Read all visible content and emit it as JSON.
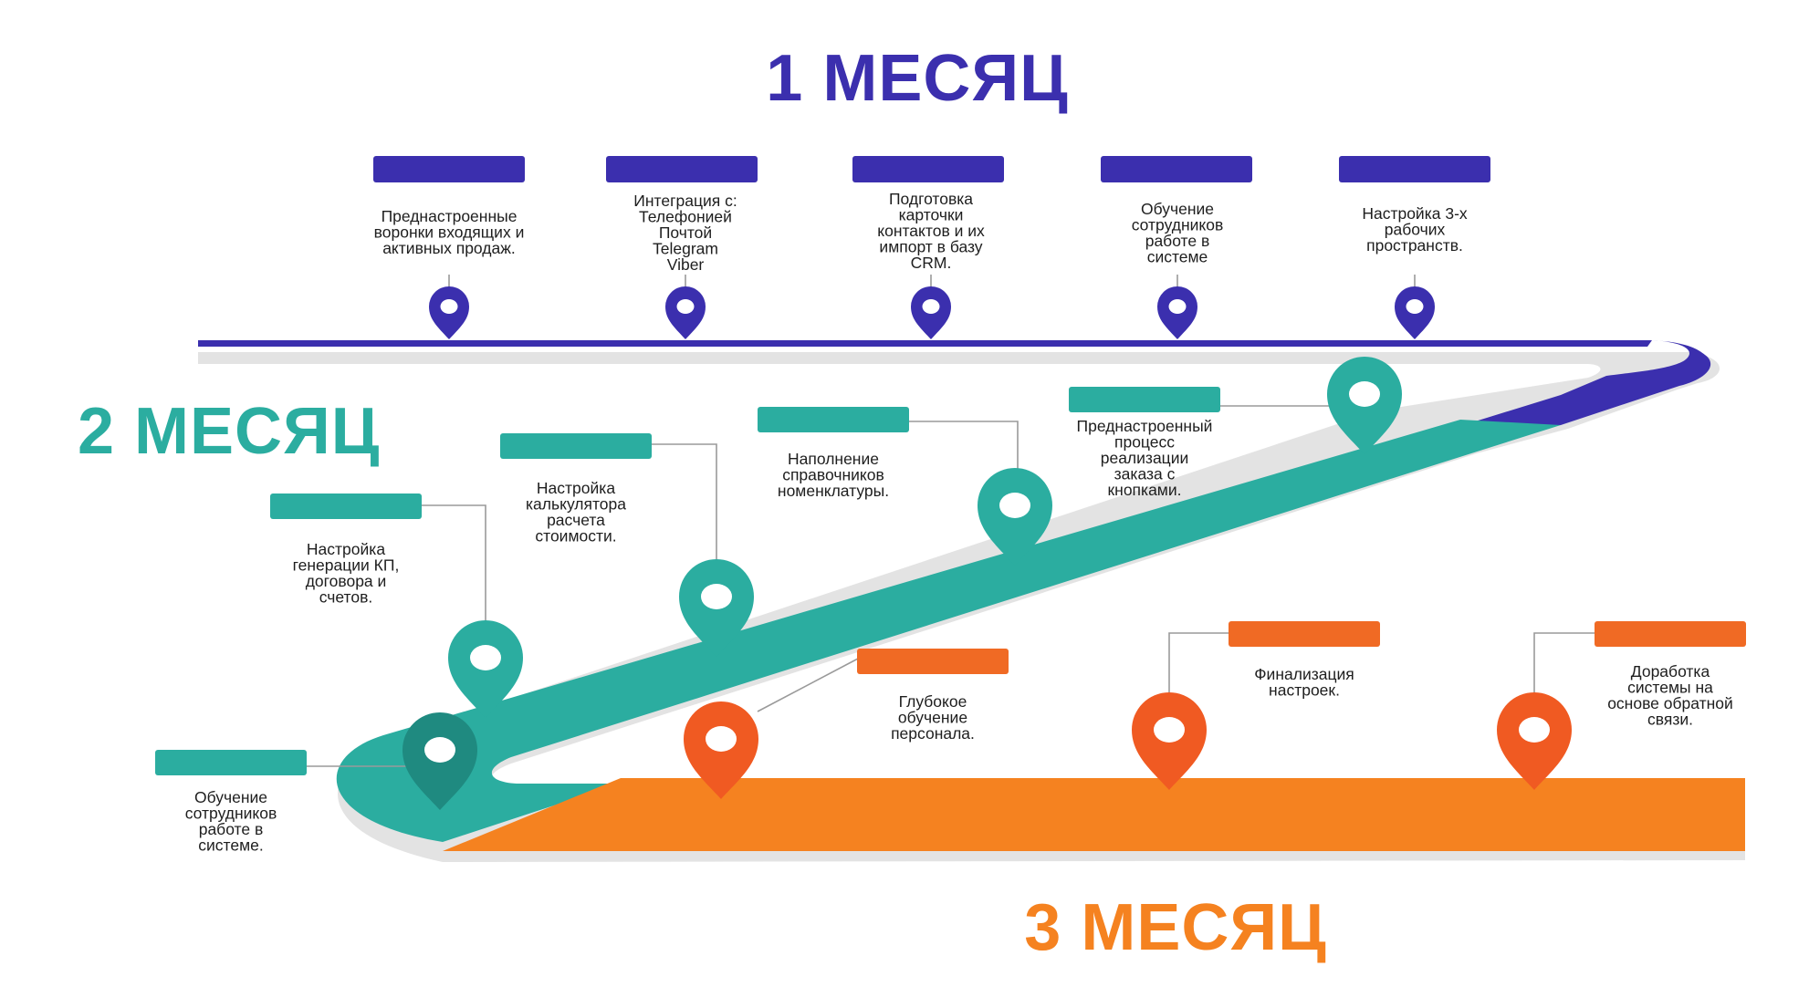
{
  "colors": {
    "month1": "#3B2FAE",
    "month2": "#2BADA0",
    "month3": "#F58220",
    "month3_box": "#F06A24",
    "pin3": "#F05A22",
    "connector": "#9a9a9a",
    "shadow": "#e3e3e3"
  },
  "months": [
    {
      "title": "1 МЕСЯЦ"
    },
    {
      "title": "2 МЕСЯЦ"
    },
    {
      "title": "3 МЕСЯЦ"
    }
  ],
  "milestones_month1": [
    {
      "text": [
        "Преднастроенные",
        "воронки входящих и",
        "активных продаж."
      ]
    },
    {
      "text": [
        "Интеграция с:",
        "Телефонией",
        "Почтой",
        "Telegram",
        "Viber"
      ]
    },
    {
      "text": [
        "Подготовка",
        "карточки",
        "контактов и их",
        "импорт в базу",
        "CRM."
      ]
    },
    {
      "text": [
        "Обучение",
        "сотрудников",
        "работе в",
        "системе"
      ]
    },
    {
      "text": [
        "Настройка 3-х",
        "рабочих",
        "пространств."
      ]
    }
  ],
  "milestones_month2": [
    {
      "text": [
        "Обучение",
        "сотрудников",
        "работе в",
        "системе."
      ]
    },
    {
      "text": [
        "Настройка",
        "генерации КП,",
        "договора и",
        "счетов."
      ]
    },
    {
      "text": [
        "Настройка",
        "калькулятора",
        "расчета",
        "стоимости."
      ]
    },
    {
      "text": [
        "Наполнение",
        "справочников",
        "номенклатуры."
      ]
    },
    {
      "text": [
        "Преднастроенный",
        "процесс",
        "реализации",
        "заказа с",
        "кнопками."
      ]
    }
  ],
  "milestones_month3": [
    {
      "text": [
        "Глубокое",
        "обучение",
        "персонала."
      ]
    },
    {
      "text": [
        "Финализация",
        "настроек."
      ]
    },
    {
      "text": [
        "Доработка",
        "системы на",
        "основе обратной",
        "связи."
      ]
    }
  ],
  "icons": [
    "map-pin-icon"
  ]
}
